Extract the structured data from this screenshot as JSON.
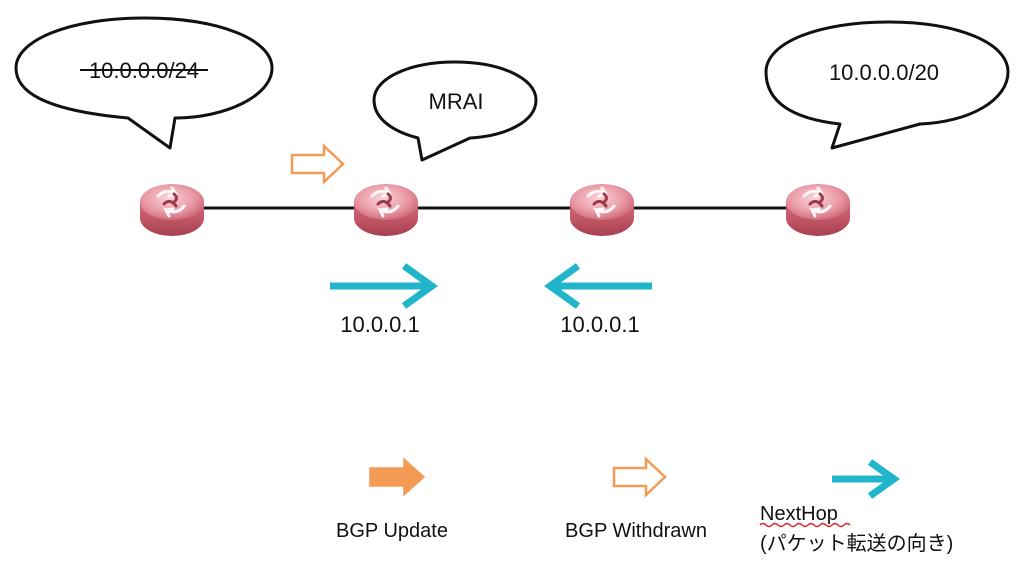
{
  "colors": {
    "update_arrow": "#f39a55",
    "withdrawn_arrow": "#f39a55",
    "nexthop_arrow": "#21b5cc",
    "router": "#e07e8d",
    "link": "#111111",
    "spellcheck_underline": "#dd2222"
  },
  "bubbles": {
    "left": {
      "text": "10.0.0.0/24",
      "strikethrough": true
    },
    "mrai": {
      "text": "MRAI"
    },
    "right": {
      "text": "10.0.0.0/20"
    }
  },
  "routers": [
    {
      "icon": "router-icon"
    },
    {
      "icon": "router-icon"
    },
    {
      "icon": "router-icon"
    },
    {
      "icon": "router-icon"
    }
  ],
  "nexthop_labels": [
    "10.0.0.1",
    "10.0.0.1"
  ],
  "legend": {
    "update": "BGP Update",
    "withdrawn": "BGP Withdrawn",
    "nexthop_line1": "NextHop",
    "nexthop_line2": "(パケット転送の向き)"
  }
}
